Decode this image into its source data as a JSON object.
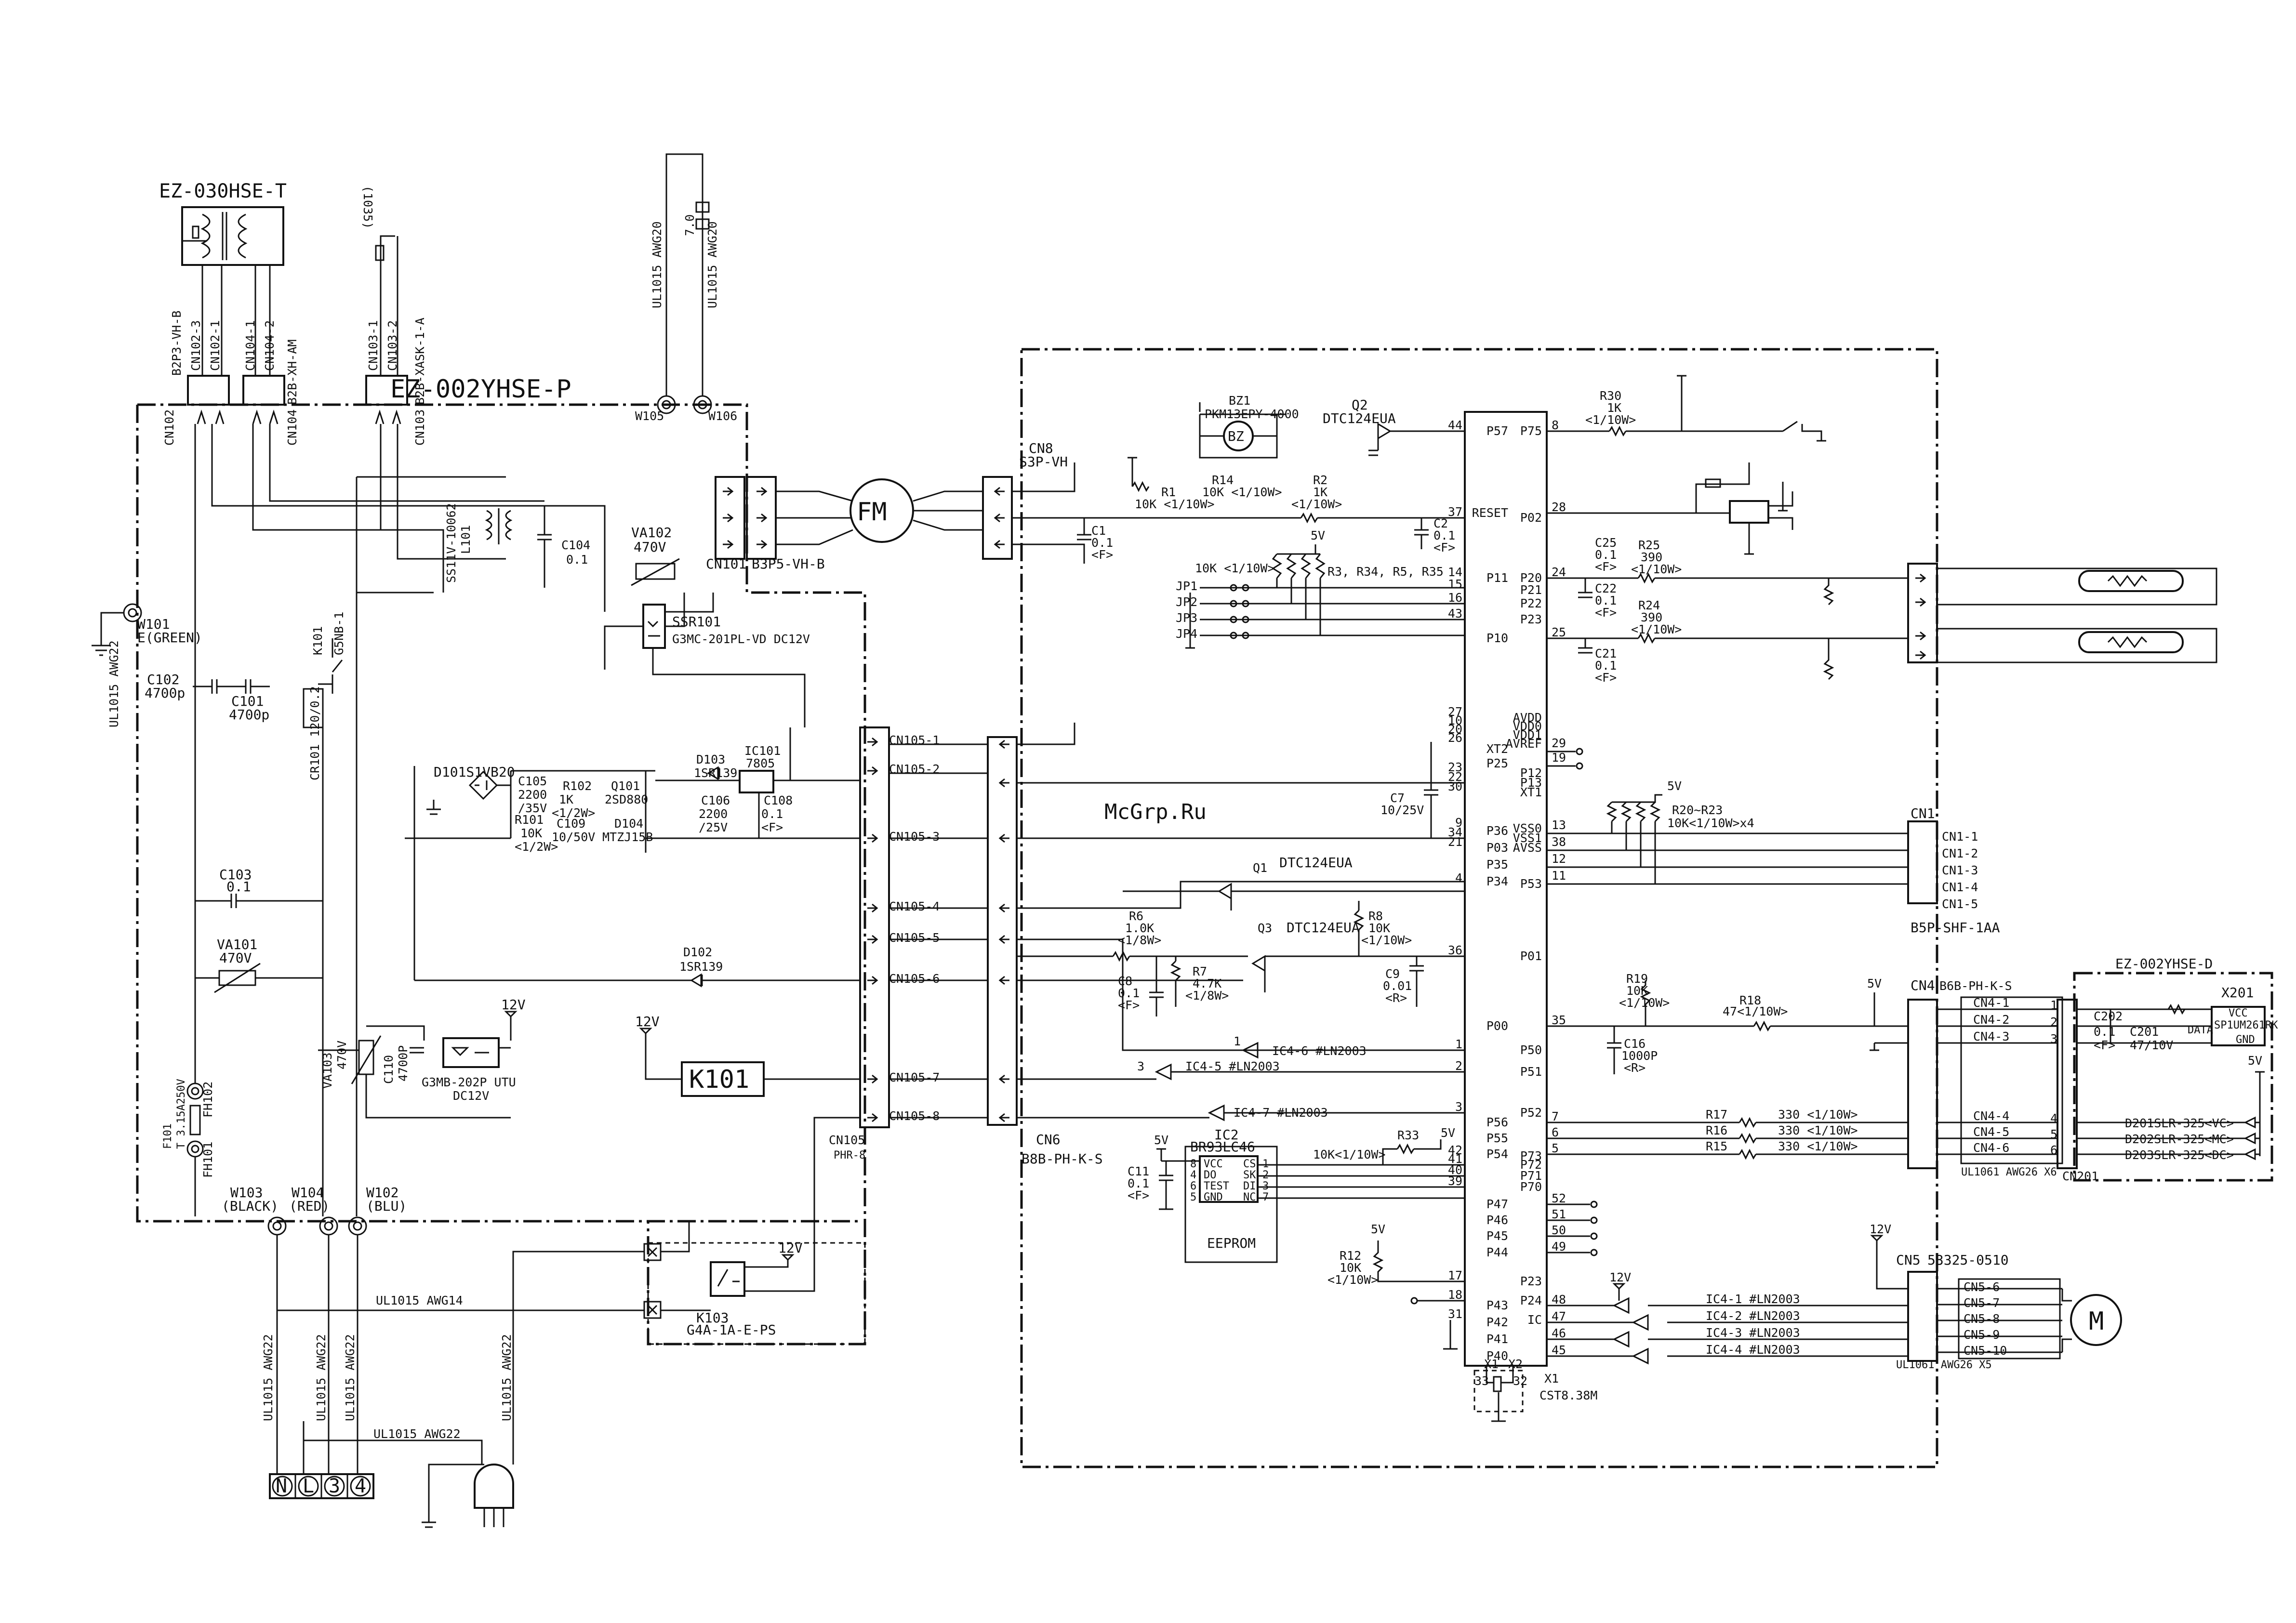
{
  "title": {
    "transformer_model": "EZ-030HSE-T",
    "power_board": "EZ-002YHSE-P",
    "display_board": "EZ-002YHSE-D",
    "small_note": "(1035)"
  },
  "power_board": {
    "connectors": [
      "CN102",
      "CN104",
      "CN103",
      "CN101"
    ],
    "cn102_pins": [
      "CN102-3",
      "CN102-1"
    ],
    "cn104_pins": [
      "CN104-1",
      "CN104-2"
    ],
    "cn103_pins": [
      "CN103-1",
      "CN103-2"
    ],
    "cn_types": [
      "B2P3-VH-B",
      "B2B-XH-AM",
      "B2B-XASK-1-A",
      "B3P5-VH-B"
    ],
    "motor": "FM",
    "wires": [
      "W105",
      "W106",
      "W101",
      "W103",
      "W104",
      "W102"
    ],
    "w101_label": "E(GREEN)",
    "w103_label": "(BLACK)",
    "w104_label": "(RED)",
    "w102_label": "(BLU)",
    "cable_labels": [
      "UL1015 AWG20",
      "UL1015 AWG20",
      "UL1015 AWG22",
      "UL1015 AWG14",
      "UL1015 AWG22"
    ],
    "thermo_fuse": "7.0",
    "components": {
      "L101": "SS11V-10062",
      "L101_ref": "L101",
      "C104": "C104",
      "C104_v": "0.1",
      "VA102": "VA102",
      "VA102_v": "470V",
      "SSR101": "SSR101",
      "SSR101_part": "G3MC-201PL-VD  DC12V",
      "K101": "K101",
      "K101_part": "G5NB-1",
      "CR101": "CR101 120/0.2",
      "C102": "C102",
      "C102_v": "4700p",
      "C101": "C101",
      "C101_v": "4700p",
      "D101": "D101S1VB20",
      "C105": "C105",
      "C105_v": "2200",
      "C105_vr": "/35V",
      "R102": "R102",
      "R102_v": "1K",
      "R102_w": "<1/2W>",
      "R101": "R101",
      "R101_v": "10K",
      "R101_w": "<1/2W>",
      "C109": "C109",
      "C109_v": "10/50V",
      "Q101": "Q101",
      "Q101_part": "2SD880",
      "D104": "D104",
      "D104_part": "MTZJ15B",
      "D103": "D103",
      "D103_part": "1SR139",
      "IC101": "IC101",
      "IC101_part": "7805",
      "C106": "C106",
      "C106_v": "2200",
      "C106_vr": "/25V",
      "C108": "C108",
      "C108_v": "0.1",
      "C108_t": "<F>",
      "C103": "C103",
      "C103_v": "0.1",
      "VA101": "VA101",
      "VA101_v": "470V",
      "D102": "D102",
      "D102_part": "1SR139",
      "VA103": "VA103",
      "VA103_v": "470V",
      "C110": "C110",
      "C110_v": "4700P",
      "G3MB": "G3MB-202P UTU",
      "G3MB_v": "DC12V",
      "K101_box": "K101",
      "K103": "K103",
      "K103_part": "G4A-1A-E-PS",
      "FH102": "FH102",
      "FH101": "FH101",
      "F101": "F101",
      "F101_v": "T 3.15A250V",
      "v12a": "12V",
      "v12b": "12V",
      "v12c": "12V"
    },
    "cn105_pins": [
      "CN105-1",
      "CN105-2",
      "CN105-3",
      "CN105-4",
      "CN105-5",
      "CN105-6",
      "CN105-7",
      "CN105-8"
    ],
    "cn105_label": "CN105",
    "cn105_type": "PHR-8",
    "terminal_block": [
      "N",
      "L",
      "3",
      "4"
    ]
  },
  "control_board": {
    "cn8": "CN8",
    "cn8_type": "S3P-VH",
    "cn6": "CN6",
    "cn6_type": "B8B-PH-K-S",
    "bz1": "BZ1",
    "bz1_part": "PKM13EPY-4000",
    "bz_symbol": "BZ",
    "q2": "Q2",
    "q2_part": "DTC124EUA",
    "r14": "R14",
    "r14_v": "10K <1/10W>",
    "r1": "R1",
    "r1_v": "10K <1/10W>",
    "r2": "R2",
    "r2_v": "1K",
    "r2_w": "<1/10W>",
    "c1": "C1",
    "c1_v": "0.1",
    "c1_t": "<F>",
    "c2": "C2",
    "c2_v": "0.1",
    "c2_t": "<F>",
    "v5": "5V",
    "rnet_v": "10K <1/10W>",
    "rnet_refs": "R3, R34, R5, R35",
    "jumpers": [
      "JP1",
      "JP2",
      "JP3",
      "JP4"
    ],
    "r30": "R30",
    "r30_v": "1K",
    "r30_w": "<1/10W>",
    "reset": "RESET",
    "c25": "C25",
    "c25_v": "0.1",
    "c25_t": "<F>",
    "r25": "R25",
    "r25_v": "390",
    "r25_w": "<1/10W>",
    "c22": "C22",
    "c22_v": "0.1",
    "c22_t": "<F>",
    "r24": "R24",
    "r24_v": "390",
    "r24_w": "<1/10W>",
    "c21": "C21",
    "c21_v": "0.1",
    "c21_t": "<F>",
    "xt2": "XT2",
    "c7": "C7",
    "c7_v": "10/25V",
    "r20_23": "R20~R23",
    "r20_23_v": "10K<1/10W>x4",
    "cn1": "CN1",
    "cn1_pins": [
      "CN1-1",
      "CN1-2",
      "CN1-3",
      "CN1-4",
      "CN1-5"
    ],
    "cn1_type": "B5P-SHF-1AA",
    "q1": "Q1",
    "q1_part": "DTC124EUA",
    "r6": "R6",
    "r6_v": "1.0K",
    "r6_w": "<1/8W>",
    "q3": "Q3",
    "q3_part": "DTC124EUA",
    "r8": "R8",
    "r8_v": "10K",
    "r8_w": "<1/10W>",
    "c8": "C8",
    "c8_v": "0.1",
    "c8_t": "<F>",
    "r7": "R7",
    "r7_v": "4.7K",
    "r7_w": "<1/8W>",
    "c9": "C9",
    "c9_v": "0.01",
    "c9_t": "<R>",
    "ic4_6": "IC4-6  #LN2003",
    "ic4_5": "IC4-5  #LN2003",
    "ic4_7": "IC4-7  #LN2003",
    "r19": "R19",
    "r19_v": "10K",
    "r19_w": "<1/10W>",
    "r18": "R18",
    "r18_v": "47<1/10W>",
    "c16": "C16",
    "c16_v": "1000P",
    "c16_t": "<R>",
    "ic2": "IC2",
    "ic2_part": "BR93LC46",
    "eeprom": "EEPROM",
    "eeprom_pins_l": [
      "VCC",
      "DO",
      "TEST",
      "GND"
    ],
    "eeprom_pins_r": [
      "CS",
      "SK",
      "DI",
      "NC"
    ],
    "eeprom_nums_l": [
      "8",
      "4",
      "6",
      "5"
    ],
    "eeprom_nums_r": [
      "1",
      "2",
      "3",
      "7"
    ],
    "c11": "C11",
    "c11_v": "0.1",
    "c11_t": "<F>",
    "r33": "R33",
    "r33_v": "10K<1/10W>",
    "r12": "R12",
    "r12_v": "10K",
    "r12_w": "<1/10W>",
    "r17": "R17",
    "r16": "R16",
    "r15": "R15",
    "r_led_v": "330 <1/10W>",
    "cn4": "CN4",
    "cn4_type": "B6B-PH-K-S",
    "cn4_pins": [
      "CN4-1",
      "CN4-2",
      "CN4-3",
      "CN4-4",
      "CN4-5",
      "CN4-6"
    ],
    "cn4_pins_d": [
      "CN4-1",
      "CN4-2",
      "CN4-3",
      "CN4-4",
      "CN4-5",
      "CN4-6"
    ],
    "cn5": "CN5",
    "cn5_type": "53325-0510",
    "cn5_pins": [
      "CN5-6",
      "CN5-7",
      "CN5-8",
      "CN5-9",
      "CN5-10"
    ],
    "ic4_1": "IC4-1  #LN2003",
    "ic4_2": "IC4-2  #LN2003",
    "ic4_3": "IC4-3  #LN2003",
    "ic4_4": "IC4-4  #LN2003",
    "x1": "X1",
    "x1_part": "CST8.38M",
    "ic_label": "IC",
    "cable_d": "UL1061 AWG26 X6",
    "cable_m": "UL1061 AWG26 X5",
    "motor_symbol": "M",
    "v12": "12V"
  },
  "mcu": {
    "left_pins": [
      "P75",
      "P02",
      "P20",
      "P21",
      "P22",
      "P23",
      "AVDD",
      "VDD0",
      "VDD1",
      "AVREF",
      "P12",
      "P13",
      "XT1",
      "VSS0",
      "VSS1",
      "AVSS",
      "P53",
      "P01",
      "P50",
      "P51",
      "P52",
      "P73",
      "P72",
      "P71",
      "P70",
      "P23",
      "P24",
      "IC"
    ],
    "left_nums": [
      "44",
      "37",
      "14",
      "15",
      "16",
      "43",
      "27",
      "10",
      "20",
      "26",
      "23",
      "22",
      "30",
      "9",
      "34",
      "21",
      "4",
      "36",
      "1",
      "2",
      "3",
      "42",
      "41",
      "40",
      "39",
      "17",
      "18",
      "31"
    ],
    "right_pins": [
      "P57",
      "RESET",
      "P11",
      "P10",
      "XT2",
      "P25",
      "P36",
      "P03",
      "P35",
      "P34",
      "P00",
      "P56",
      "P55",
      "P54",
      "P47",
      "P46",
      "P45",
      "P44",
      "P43",
      "P42",
      "P41",
      "P40"
    ],
    "right_nums": [
      "8",
      "28",
      "24",
      "25",
      "29",
      "19",
      "13",
      "38",
      "12",
      "11",
      "35",
      "7",
      "6",
      "5",
      "52",
      "51",
      "50",
      "49",
      "48",
      "47",
      "46",
      "45"
    ],
    "x_pins": [
      "X1",
      "X2"
    ],
    "x_nums": [
      "33",
      "32"
    ]
  },
  "display": {
    "x201": "X201",
    "x201_part": "SP1UM261RK",
    "x201_pins": [
      "VCC",
      "DATA",
      "GND"
    ],
    "c202": "C202",
    "c202_v": "0.1",
    "c202_t": "<F>",
    "c201": "C201",
    "c201_v": "47/10V",
    "cn201": "CN201",
    "leds": [
      "D201SLR-325<VC>",
      "D202SLR-325<MC>",
      "D203SLR-325<DC>"
    ],
    "v5": "5V",
    "pin_nums": [
      "1",
      "2",
      "3",
      "4",
      "5",
      "6"
    ]
  },
  "watermark": "McGrp.Ru"
}
